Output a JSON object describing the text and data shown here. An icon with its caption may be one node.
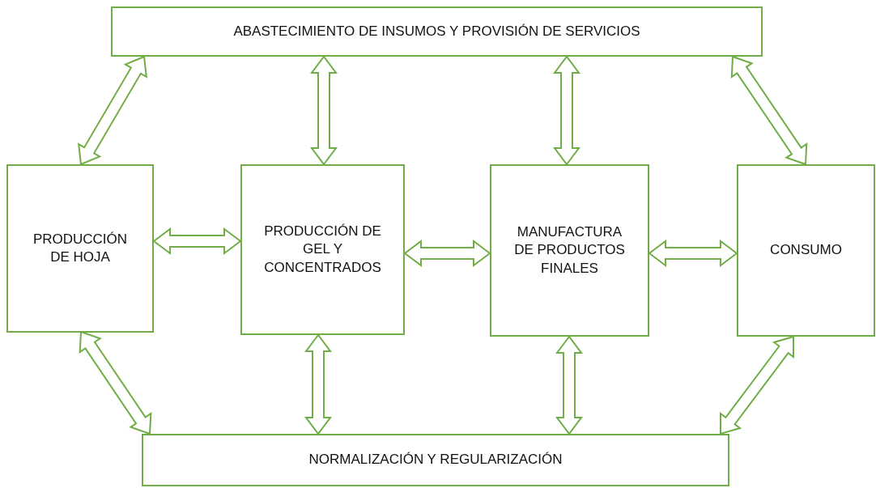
{
  "diagram": {
    "nodes": [
      {
        "text": [
          "ABASTECIMIENTO DE INSUMOS Y PROVISIÓN DE SERVICIOS"
        ]
      },
      {
        "text": [
          "PRODUCCIÓN DE HOJA"
        ]
      },
      {
        "text": [
          "PRODUCCIÓN DE GEL Y CONCENTRADOS"
        ]
      },
      {
        "text": [
          "MANUFACTURA DE PRODUCTOS FINALES"
        ]
      },
      {
        "text": [
          "CONSUMO"
        ]
      },
      {
        "text": [
          "NORMALIZACIÓN Y REGULARIZACIÓN"
        ]
      }
    ],
    "edges": [
      {
        "from": 1,
        "to": 0,
        "arrow": "both"
      },
      {
        "from": 2,
        "to": 0,
        "arrow": "both"
      },
      {
        "from": 3,
        "to": 0,
        "arrow": "both"
      },
      {
        "from": 4,
        "to": 0,
        "arrow": "both"
      },
      {
        "from": 1,
        "to": 2,
        "arrow": "both"
      },
      {
        "from": 2,
        "to": 3,
        "arrow": "both"
      },
      {
        "from": 3,
        "to": 4,
        "arrow": "both"
      },
      {
        "from": 1,
        "to": 5,
        "arrow": "both"
      },
      {
        "from": 2,
        "to": 5,
        "arrow": "both"
      },
      {
        "from": 3,
        "to": 5,
        "arrow": "both"
      },
      {
        "from": 4,
        "to": 5,
        "arrow": "both"
      }
    ]
  }
}
